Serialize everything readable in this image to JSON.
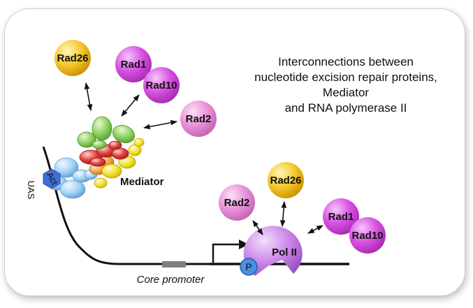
{
  "title_lines": [
    "Interconnections between",
    "nucleotide excision repair proteins,",
    "Mediator",
    "and RNA polymerase II"
  ],
  "labels": {
    "mediator": "Mediator",
    "core_promoter": "Core promoter",
    "uas": "UAS",
    "act": "Act",
    "pol2": "Pol II",
    "p": "P"
  },
  "proteins_near_mediator": {
    "rad26": "Rad26",
    "rad1": "Rad1",
    "rad10": "Rad10",
    "rad2": "Rad2"
  },
  "proteins_near_pol2": {
    "rad2": "Rad2",
    "rad26": "Rad26",
    "rad1": "Rad1",
    "rad10": "Rad10"
  },
  "colors": {
    "rad26": "#f2c21c",
    "rad1_rad10": "#d64fe0",
    "rad2": "#e98fd8",
    "pol2": "#c982e6",
    "act": "#3e6fd6",
    "mediator_green": "#8ad05a",
    "mediator_red": "#e0403a",
    "mediator_yellow": "#f0e22a",
    "mediator_blue": "#9ed0f5",
    "promoter": "#7f7f7f"
  }
}
